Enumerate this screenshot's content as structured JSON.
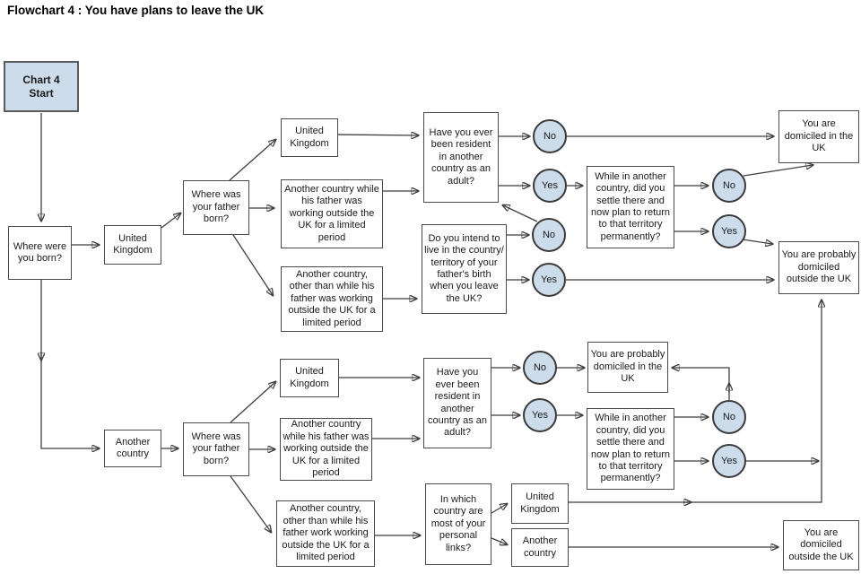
{
  "title": "Flowchart 4 : You have plans to leave the UK",
  "labels": {
    "yes": "Yes",
    "no": "No"
  },
  "colors": {
    "background": "#ffffff",
    "node_fill": "#ffffff",
    "accent_fill": "#ccdcea",
    "border": "#4a4a4a",
    "line": "#3f3f3f"
  },
  "nodes": {
    "start": "Chart 4\nStart",
    "born": "Where were you born?",
    "born_uk": "United Kingdom",
    "born_other": "Another country",
    "father1": "Where was your father born?",
    "father1_uk": "United Kingdom",
    "father1_ac1": "Another country while his father was working outside the UK for a limited period",
    "father1_ac2": "Another country, other than while his father was working outside the UK for a limited period",
    "q1_resident": "Have you ever been resident in another country as an adult?",
    "q1_intend": "Do you intend to live in the country/ territory of your father's birth when you leave the UK?",
    "q1_settle": "While in another country, did you settle there and now plan to return to that territory permanently?",
    "out_dom_uk": "You are domiciled in the UK",
    "out_prob_outside": "You are probably domiciled outside the UK",
    "father2": "Where was your father born?",
    "father2_uk": "United Kingdom",
    "father2_ac1": "Another country while his father was working outside the UK for a limited period",
    "father2_ac2": "Another country, other than while his father work working outside the UK for a limited period",
    "q2_resident": "Have you ever been resident in another country as an adult?",
    "out_prob_uk": "You are probably domiciled in the UK",
    "q2_settle": "While in another country, did you settle there and now plan to return to that territory permanently?",
    "q2_links": "In which country are most of your personal links?",
    "links_uk": "United Kingdom",
    "links_ac": "Another country",
    "out_dom_outside": "You are domiciled outside the UK"
  }
}
